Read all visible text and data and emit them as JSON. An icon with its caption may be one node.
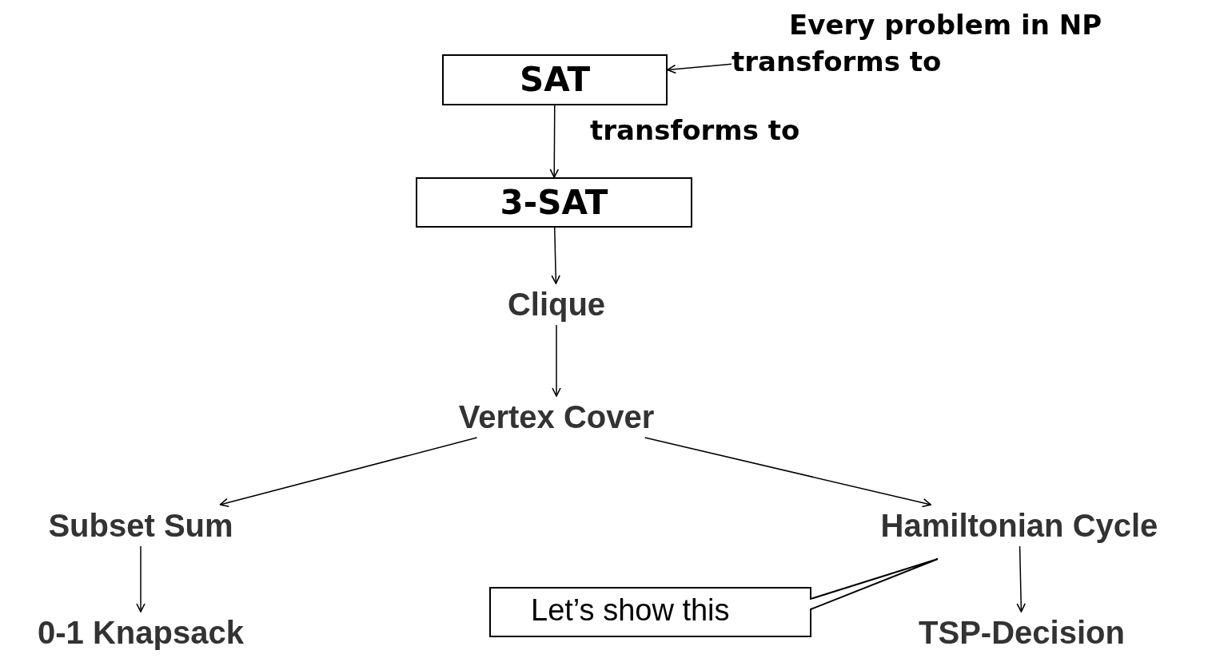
{
  "diagram": {
    "nodes": [
      {
        "text": [
          "SAT"
        ]
      },
      {
        "text": [
          "Every problem in NP transforms to"
        ]
      },
      {
        "text": [
          "3-SAT"
        ]
      },
      {
        "text": [
          "Clique"
        ]
      },
      {
        "text": [
          "Vertex Cover"
        ]
      },
      {
        "text": [
          "Subset Sum"
        ]
      },
      {
        "text": [
          "Hamiltonian Cycle"
        ]
      },
      {
        "text": [
          "0-1 Knapsack"
        ]
      },
      {
        "text": [
          "TSP-Decision"
        ]
      },
      {
        "text": [
          "Let’s show this"
        ]
      }
    ],
    "edges": [
      {
        "from": 1,
        "to": 0,
        "arrow": "to"
      },
      {
        "from": 0,
        "to": 2,
        "arrow": "to",
        "label": "transforms to"
      },
      {
        "from": 2,
        "to": 3,
        "arrow": "to"
      },
      {
        "from": 3,
        "to": 4,
        "arrow": "to"
      },
      {
        "from": 4,
        "to": 5,
        "arrow": "to"
      },
      {
        "from": 4,
        "to": 6,
        "arrow": "to"
      },
      {
        "from": 5,
        "to": 7,
        "arrow": "to"
      },
      {
        "from": 6,
        "to": 8,
        "arrow": "to"
      }
    ]
  }
}
